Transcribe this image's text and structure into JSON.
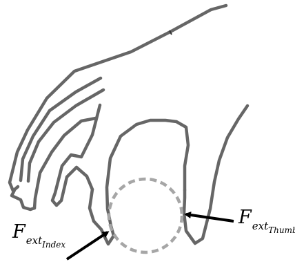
{
  "figure": {
    "colors": {
      "hand_outline": "#666666",
      "contact_circle": "#a6a6a6",
      "arrows": "#000000",
      "background": "#ffffff"
    },
    "labels": {
      "index_force": {
        "symbol": "F",
        "subscript": "ext",
        "sub_subscript": "Index"
      },
      "thumb_force": {
        "symbol": "F",
        "subscript": "ext",
        "sub_subscript": "Thumb"
      }
    }
  }
}
